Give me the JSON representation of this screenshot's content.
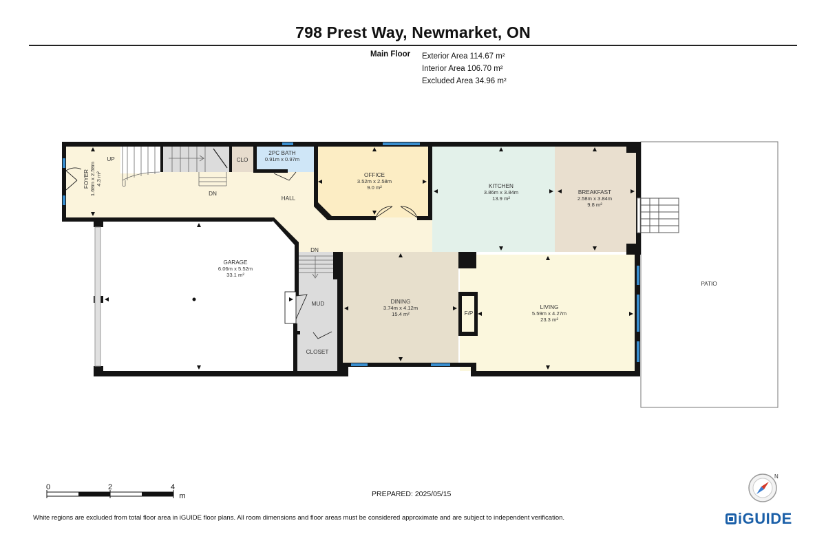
{
  "header": {
    "title": "798 Prest Way, Newmarket, ON"
  },
  "summary": {
    "floor_label": "Main Floor",
    "exterior_area": "Exterior Area 114.67 m²",
    "interior_area": "Interior Area 106.70 m²",
    "excluded_area": "Excluded Area 34.96 m²"
  },
  "colors": {
    "hall": "#fbf4dc",
    "office": "#fcedc4",
    "kitchen": "#e3f1ea",
    "breakfast": "#e9dfcf",
    "dining": "#e7dfcc",
    "living": "#fbf7dd",
    "service": "#dcdcdc",
    "wall": "#141414",
    "window": "#3a8fd0",
    "bath": "#cfe6f7",
    "clo": "#e7dccd",
    "brand": "#1a5fa8"
  },
  "rooms": {
    "foyer": {
      "name": "FOYER",
      "dims": "1.68m x 2.58m",
      "area": "4.3 m²"
    },
    "bath": {
      "name": "2PC BATH",
      "dims": "0.91m x 0.97m"
    },
    "clo": {
      "name": "CLO"
    },
    "office": {
      "name": "OFFICE",
      "dims": "3.52m x 2.58m",
      "area": "9.0 m²"
    },
    "kitchen": {
      "name": "KITCHEN",
      "dims": "3.86m x 3.84m",
      "area": "13.9 m²"
    },
    "breakfast": {
      "name": "BREAKFAST",
      "dims": "2.58m x 3.84m",
      "area": "9.8 m²"
    },
    "hall": {
      "name": "HALL"
    },
    "garage": {
      "name": "GARAGE",
      "dims": "6.06m x 5.52m",
      "area": "33.1 m²"
    },
    "mud": {
      "name": "MUD"
    },
    "closet": {
      "name": "CLOSET"
    },
    "dining": {
      "name": "DINING",
      "dims": "3.74m x 4.12m",
      "area": "15.4 m²"
    },
    "living": {
      "name": "LIVING",
      "dims": "5.59m x 4.27m",
      "area": "23.3 m²"
    },
    "patio": {
      "name": "PATIO"
    }
  },
  "stair_labels": {
    "up": "UP",
    "dn_upper": "DN",
    "dn_lower": "DN",
    "fp": "F/P"
  },
  "scale": {
    "ticks": [
      "0",
      "2",
      "4"
    ],
    "unit": "m"
  },
  "compass": {
    "north": "N",
    "icon": "compass-icon"
  },
  "footer": {
    "prepared": "PREPARED: 2025/05/15",
    "disclaimer": "White regions are excluded from total floor area in iGUIDE floor plans. All room dimensions and floor areas must be considered approximate and are subject to independent verification.",
    "brand": "iGUIDE"
  }
}
